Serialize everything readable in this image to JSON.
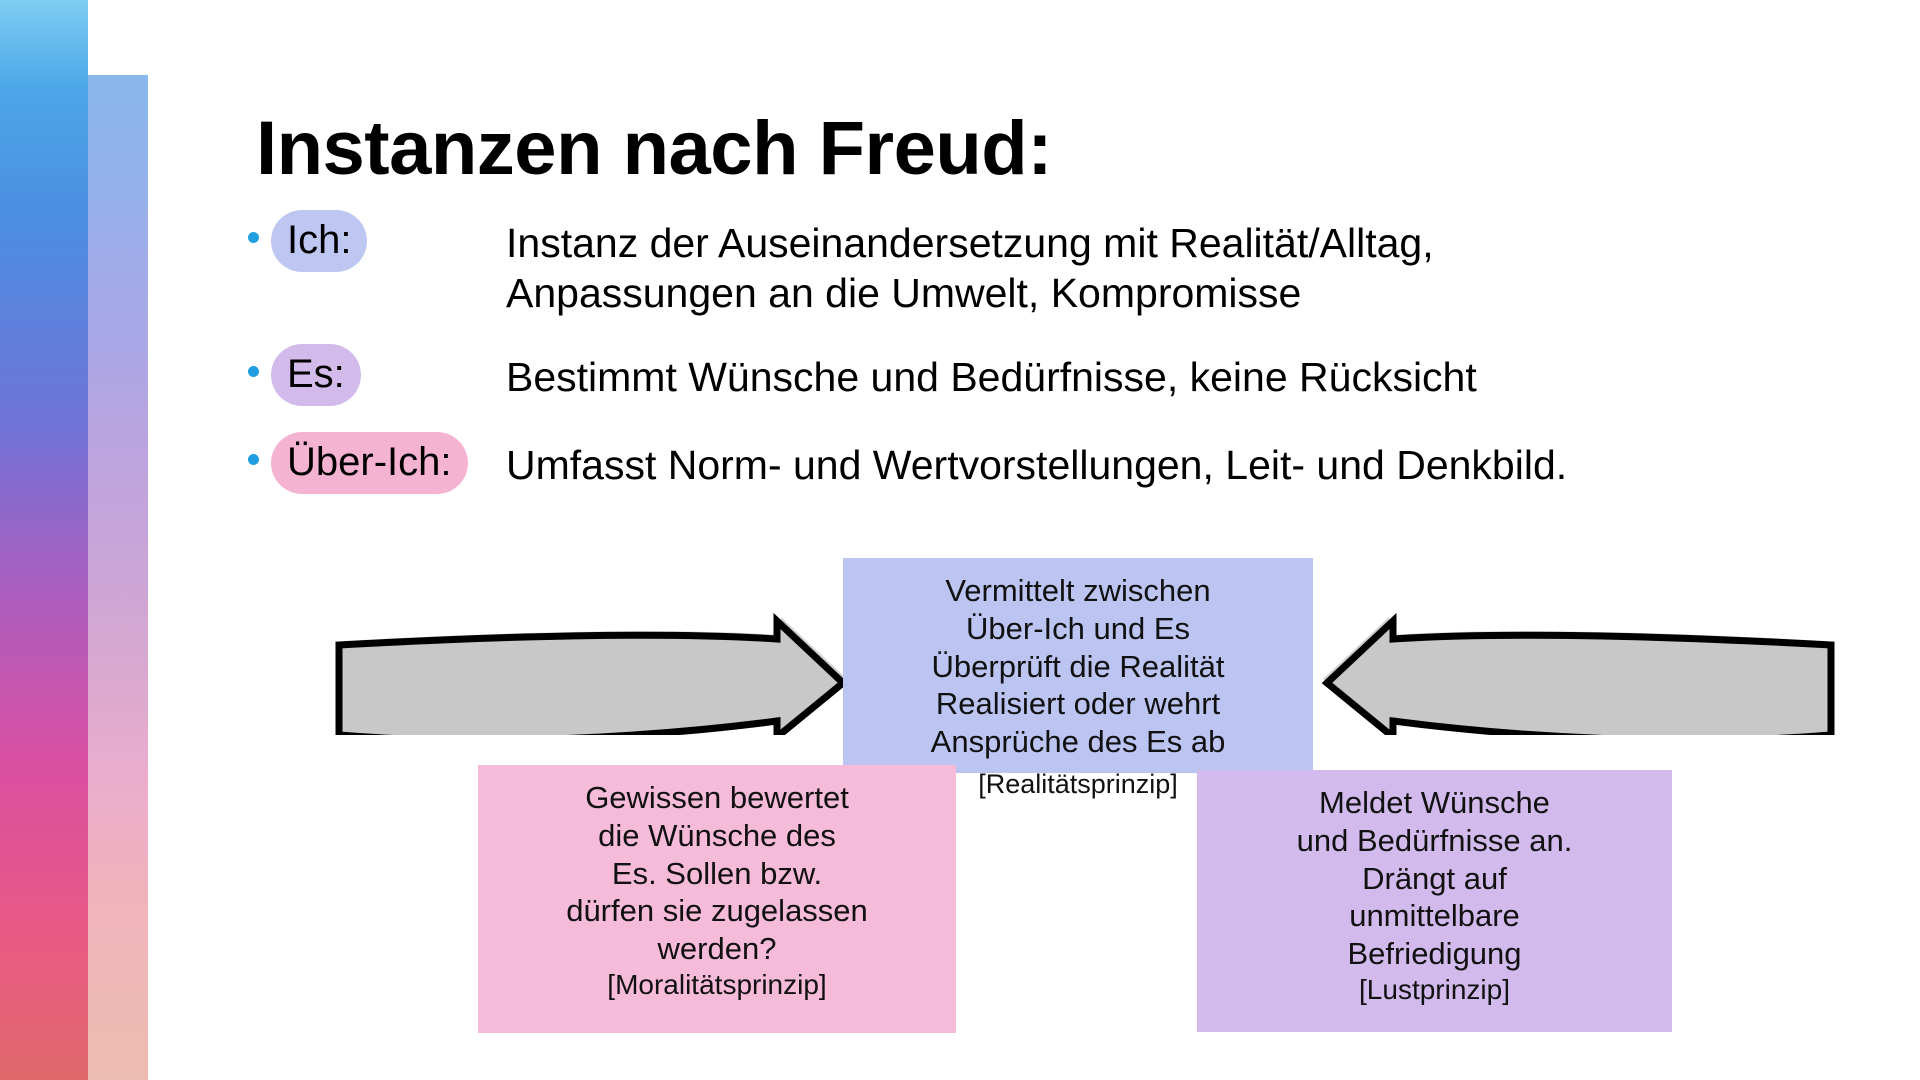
{
  "slide": {
    "title": "Instanzen nach Freud:",
    "background_color": "#ffffff"
  },
  "sidebar": {
    "name": "gradient-accent-bar",
    "gradient_stops": [
      "#7ecdf2",
      "#4ea7e8",
      "#6f74d8",
      "#a261c4",
      "#d94fa2",
      "#e0696c"
    ]
  },
  "bullets": [
    {
      "bullet_color": "#1f9fe0",
      "term": "Ich:",
      "pill_color": "#bec6f2",
      "description_lines": [
        "Instanz der Auseinandersetzung mit Realität/Alltag,",
        "Anpassungen an die Umwelt, Kompromisse"
      ]
    },
    {
      "bullet_color": "#1f9fe0",
      "term": "Es:",
      "pill_color": "#d2bbeb",
      "description_lines": [
        "Bestimmt Wünsche und Bedürfnisse, keine Rücksicht"
      ]
    },
    {
      "bullet_color": "#1f9fe0",
      "term": "Über-Ich:",
      "pill_color": "#f5b3d2",
      "description_lines": [
        "Umfasst Norm- und Wertvorstellungen, Leit- und Denkbild."
      ]
    }
  ],
  "diagram": {
    "center_box": {
      "label": "ich-box",
      "fill_color": "#bcc4f2",
      "lines": [
        "Vermittelt zwischen",
        "Über-Ich und Es",
        "Überprüft die Realität",
        "Realisiert oder wehrt",
        "Ansprüche des Es ab"
      ],
      "principle": "[Realitätsprinzip]"
    },
    "left_box": {
      "label": "ueber-ich-box",
      "fill_color": "#f5bbd8",
      "lines": [
        "Gewissen bewertet",
        "die Wünsche des",
        "Es. Sollen bzw.",
        "dürfen sie zugelassen",
        "werden?"
      ],
      "principle": "[Moralitätsprinzip]"
    },
    "right_box": {
      "label": "es-box",
      "fill_color": "#d2bbec",
      "lines": [
        "Meldet Wünsche",
        "und Bedürfnisse an.",
        "Drängt auf",
        "unmittelbare",
        "Befriedigung"
      ],
      "principle": "[Lustprinzip]"
    },
    "arrows": [
      {
        "name": "arrow-right-pointing",
        "direction": "right",
        "fill_color": "#c8c8c8",
        "stroke_color": "#000000"
      },
      {
        "name": "arrow-left-pointing",
        "direction": "left",
        "fill_color": "#c8c8c8",
        "stroke_color": "#000000"
      }
    ]
  }
}
